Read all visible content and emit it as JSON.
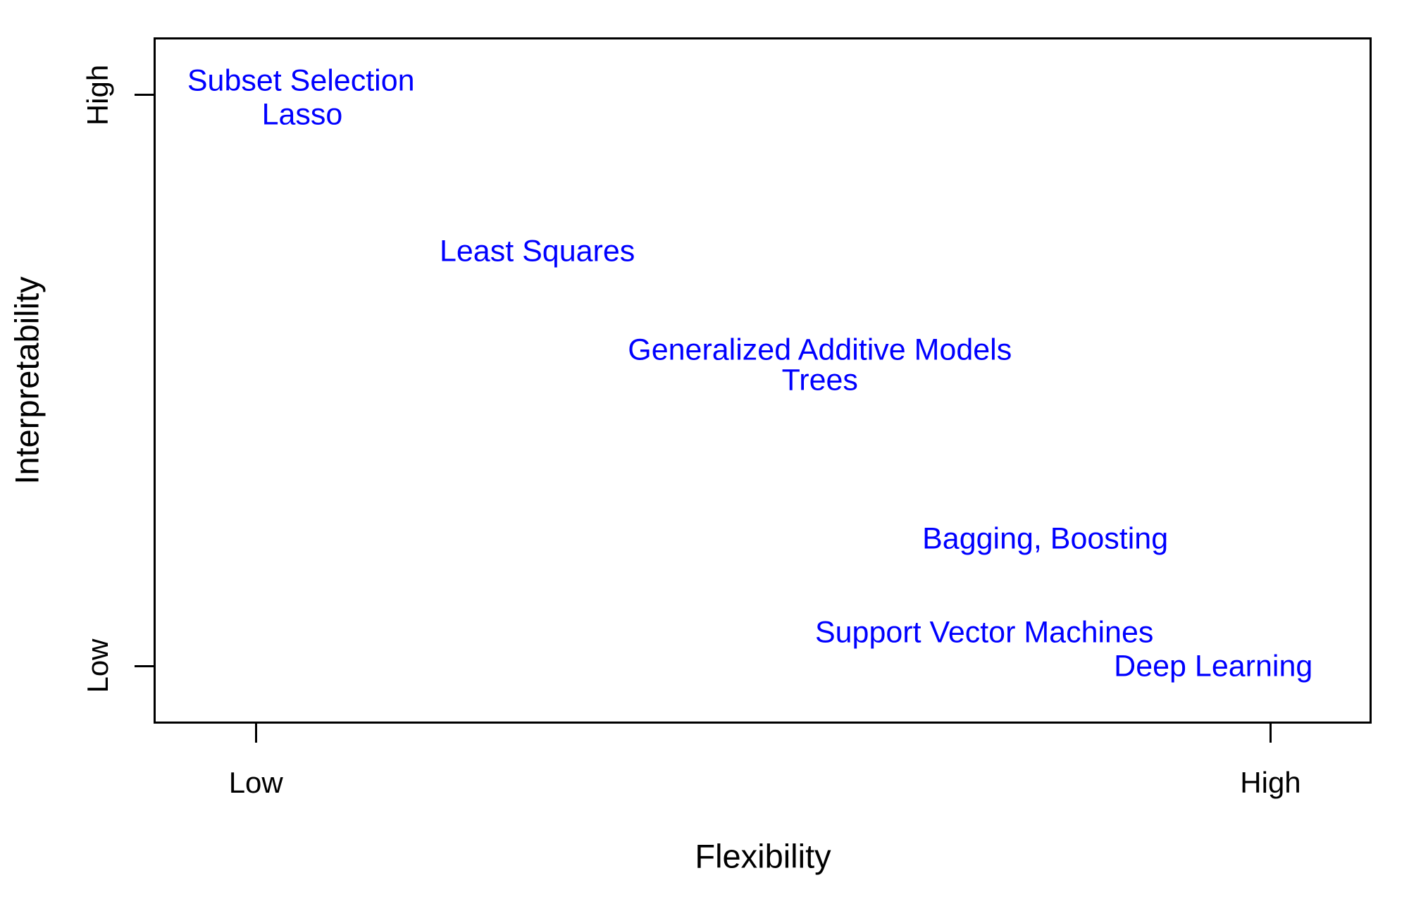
{
  "chart_data": {
    "type": "scatter",
    "title": "",
    "xlabel": "Flexibility",
    "ylabel": "Interpretability",
    "xlim": [
      0,
      1
    ],
    "ylim": [
      0,
      1
    ],
    "grid": false,
    "legend": false,
    "label_color": "#0000FF",
    "axis_color": "#000000",
    "x_ticks": [
      {
        "label": "Low",
        "pos": 0.084
      },
      {
        "label": "High",
        "pos": 0.917
      }
    ],
    "y_ticks": [
      {
        "label": "Low",
        "pos": 0.084
      },
      {
        "label": "High",
        "pos": 0.916
      }
    ],
    "points": [
      {
        "label": "Subset Selection",
        "x": 0.121,
        "y": 0.936
      },
      {
        "label": "Lasso",
        "x": 0.122,
        "y": 0.887
      },
      {
        "label": "Least Squares",
        "x": 0.315,
        "y": 0.688
      },
      {
        "label": "Generalized Additive Models",
        "x": 0.547,
        "y": 0.544
      },
      {
        "label": "Trees",
        "x": 0.547,
        "y": 0.5
      },
      {
        "label": "Bagging, Boosting",
        "x": 0.732,
        "y": 0.269
      },
      {
        "label": "Support Vector Machines",
        "x": 0.682,
        "y": 0.132
      },
      {
        "label": "Deep Learning",
        "x": 0.87,
        "y": 0.083
      }
    ]
  }
}
